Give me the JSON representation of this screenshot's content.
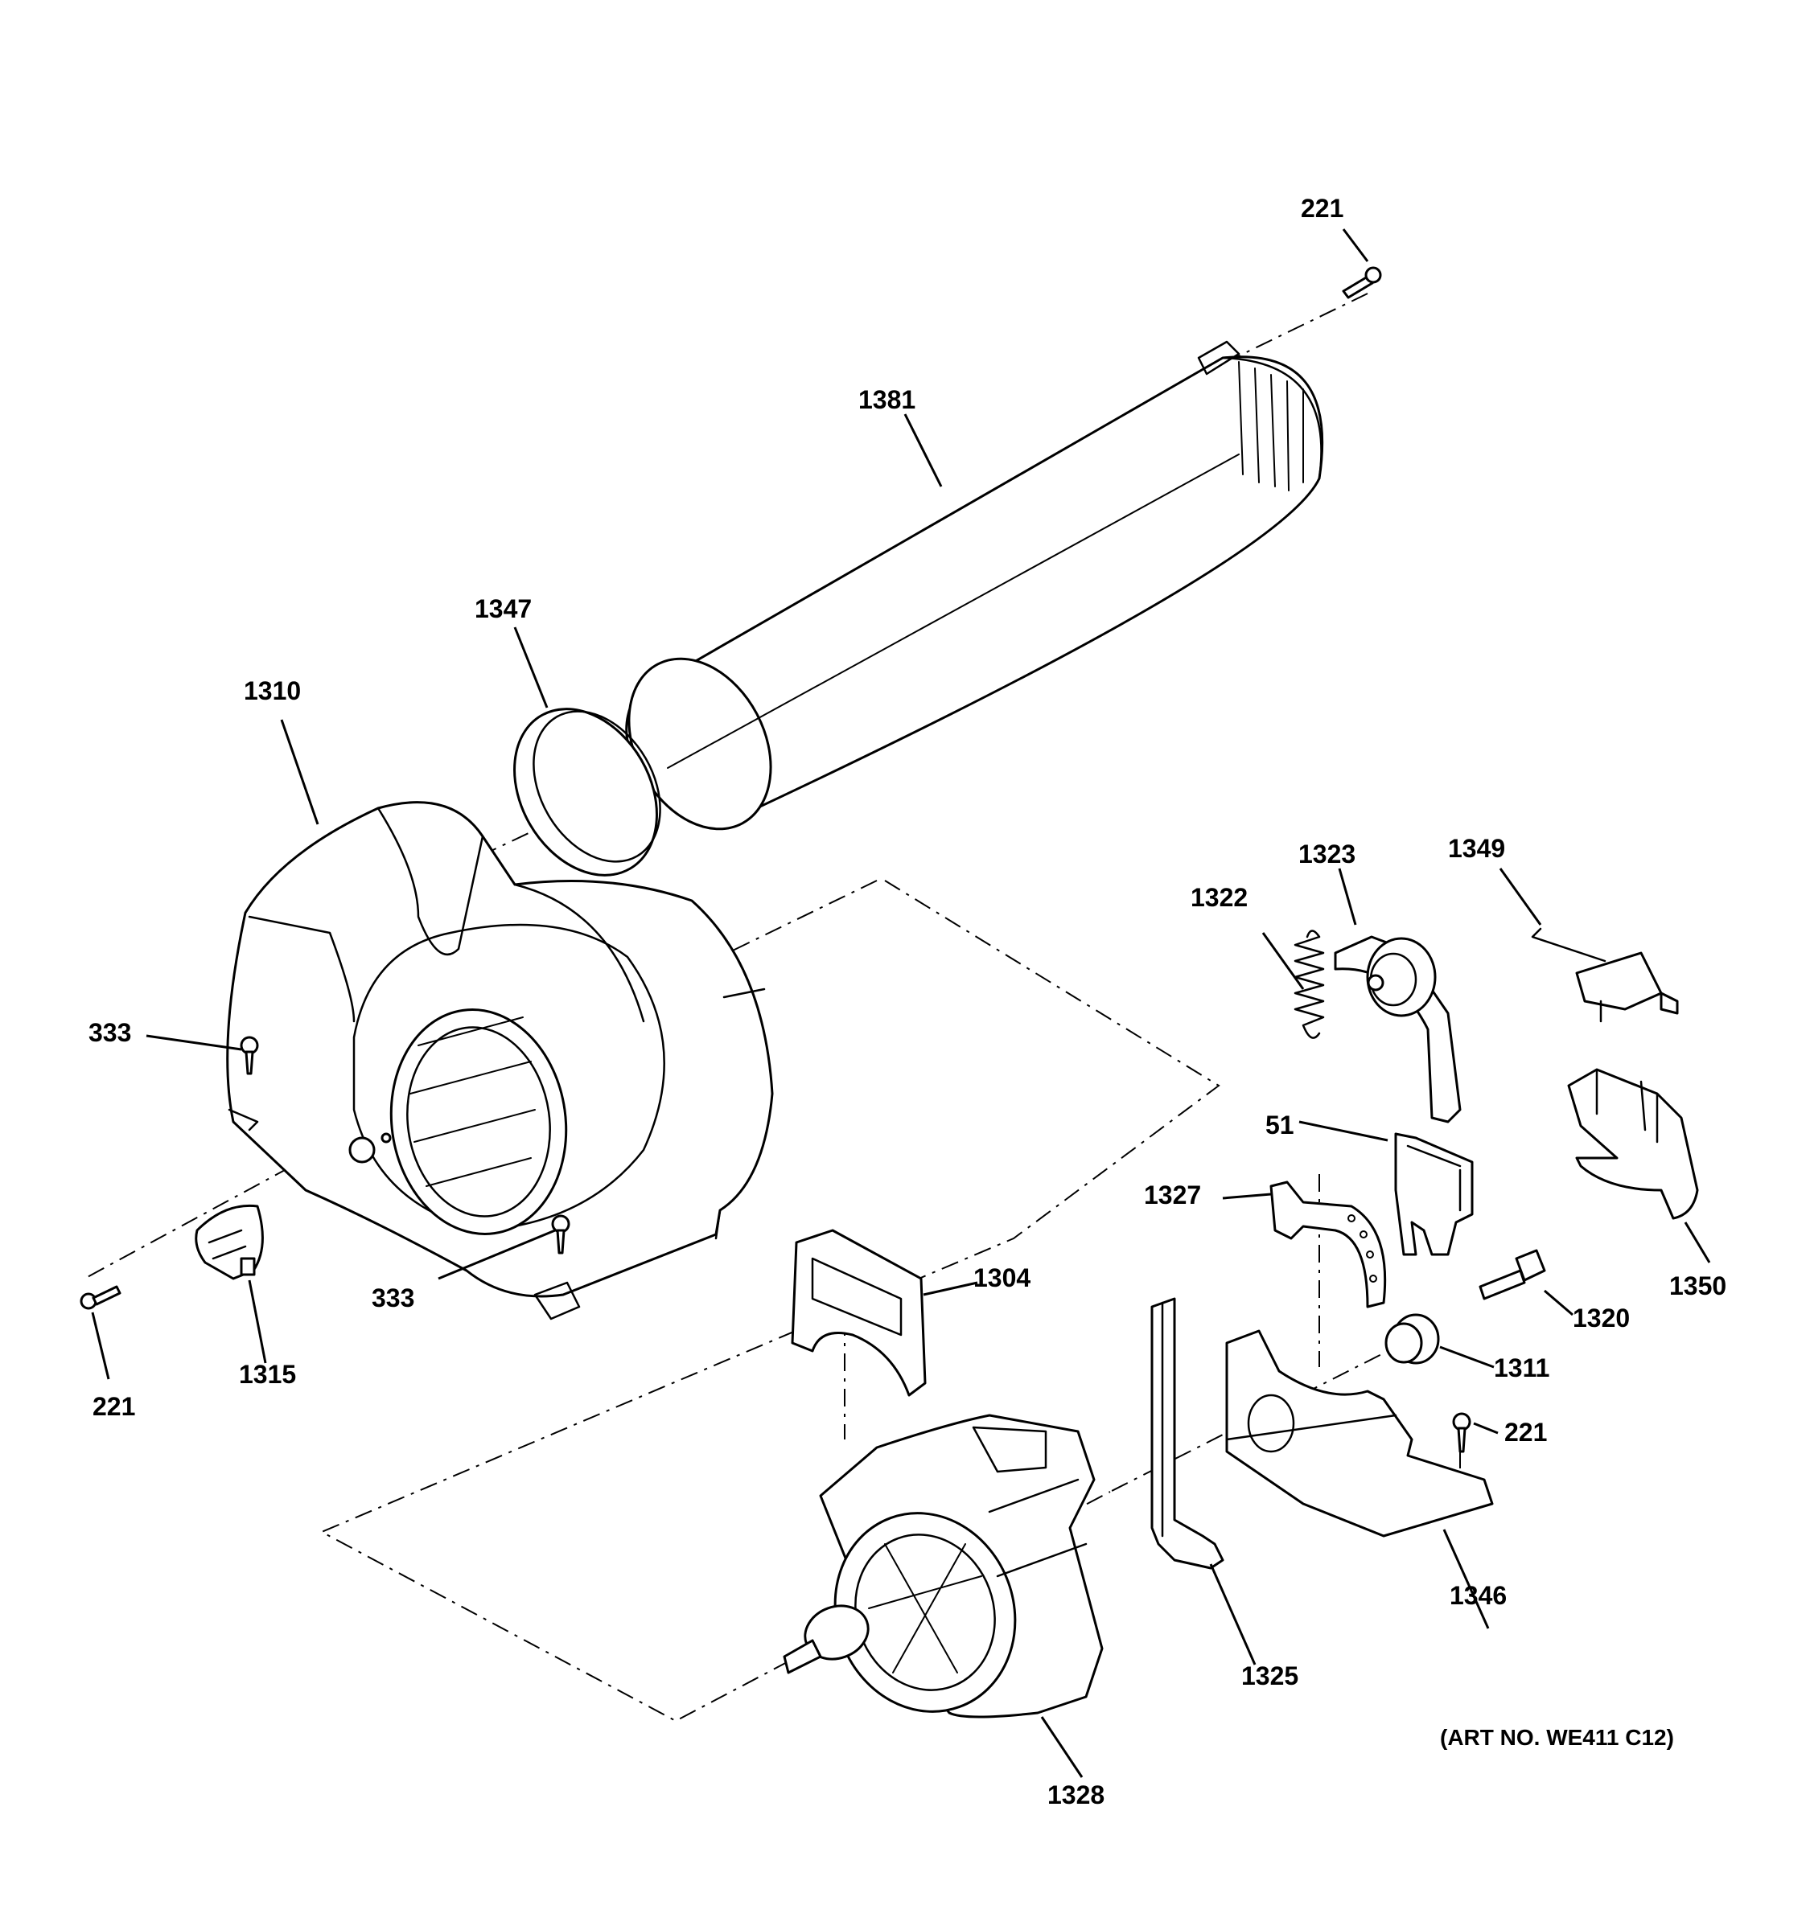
{
  "callouts": [
    {
      "id": "221-top",
      "text": "221"
    },
    {
      "id": "1381",
      "text": "1381"
    },
    {
      "id": "1347",
      "text": "1347"
    },
    {
      "id": "1310",
      "text": "1310"
    },
    {
      "id": "333-left",
      "text": "333"
    },
    {
      "id": "333-bottom",
      "text": "333"
    },
    {
      "id": "221-left",
      "text": "221"
    },
    {
      "id": "1315",
      "text": "1315"
    },
    {
      "id": "1322",
      "text": "1322"
    },
    {
      "id": "1323",
      "text": "1323"
    },
    {
      "id": "1349",
      "text": "1349"
    },
    {
      "id": "51",
      "text": "51"
    },
    {
      "id": "1327",
      "text": "1327"
    },
    {
      "id": "1350",
      "text": "1350"
    },
    {
      "id": "1304",
      "text": "1304"
    },
    {
      "id": "1320",
      "text": "1320"
    },
    {
      "id": "1311",
      "text": "1311"
    },
    {
      "id": "221-right",
      "text": "221"
    },
    {
      "id": "1346",
      "text": "1346"
    },
    {
      "id": "1325",
      "text": "1325"
    },
    {
      "id": "1328",
      "text": "1328"
    }
  ],
  "art_number": "(ART NO. WE411 C12)"
}
